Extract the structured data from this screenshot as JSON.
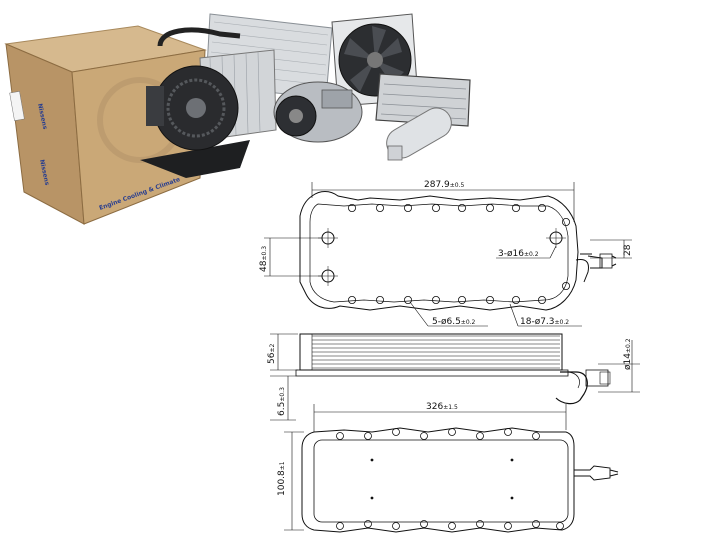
{
  "brand": {
    "box_logo": "Nissens",
    "box_logo_side": "Nissens",
    "box_tagline": "Engine Cooling & Climate"
  },
  "dimensions": {
    "top_length": "287.9",
    "top_length_tol": "±0.5",
    "height_left": "48",
    "height_left_tol": "±0.3",
    "right_offset": "28",
    "holes_large": "3-ø16",
    "holes_large_tol": "±0.2",
    "holes_small": "5-ø6.5",
    "holes_small_tol": "±0.2",
    "holes_edge": "18-ø7.3",
    "holes_edge_tol": "±0.2",
    "side_height": "56",
    "side_height_tol": "±2",
    "pipe_dia": "ø14",
    "pipe_dia_tol": "±0.2",
    "plate_thickness": "6.5",
    "plate_thickness_tol": "±0.3",
    "bottom_length": "326",
    "bottom_length_tol": "±1.5",
    "bottom_width": "100.8",
    "bottom_width_tol": "±1"
  }
}
